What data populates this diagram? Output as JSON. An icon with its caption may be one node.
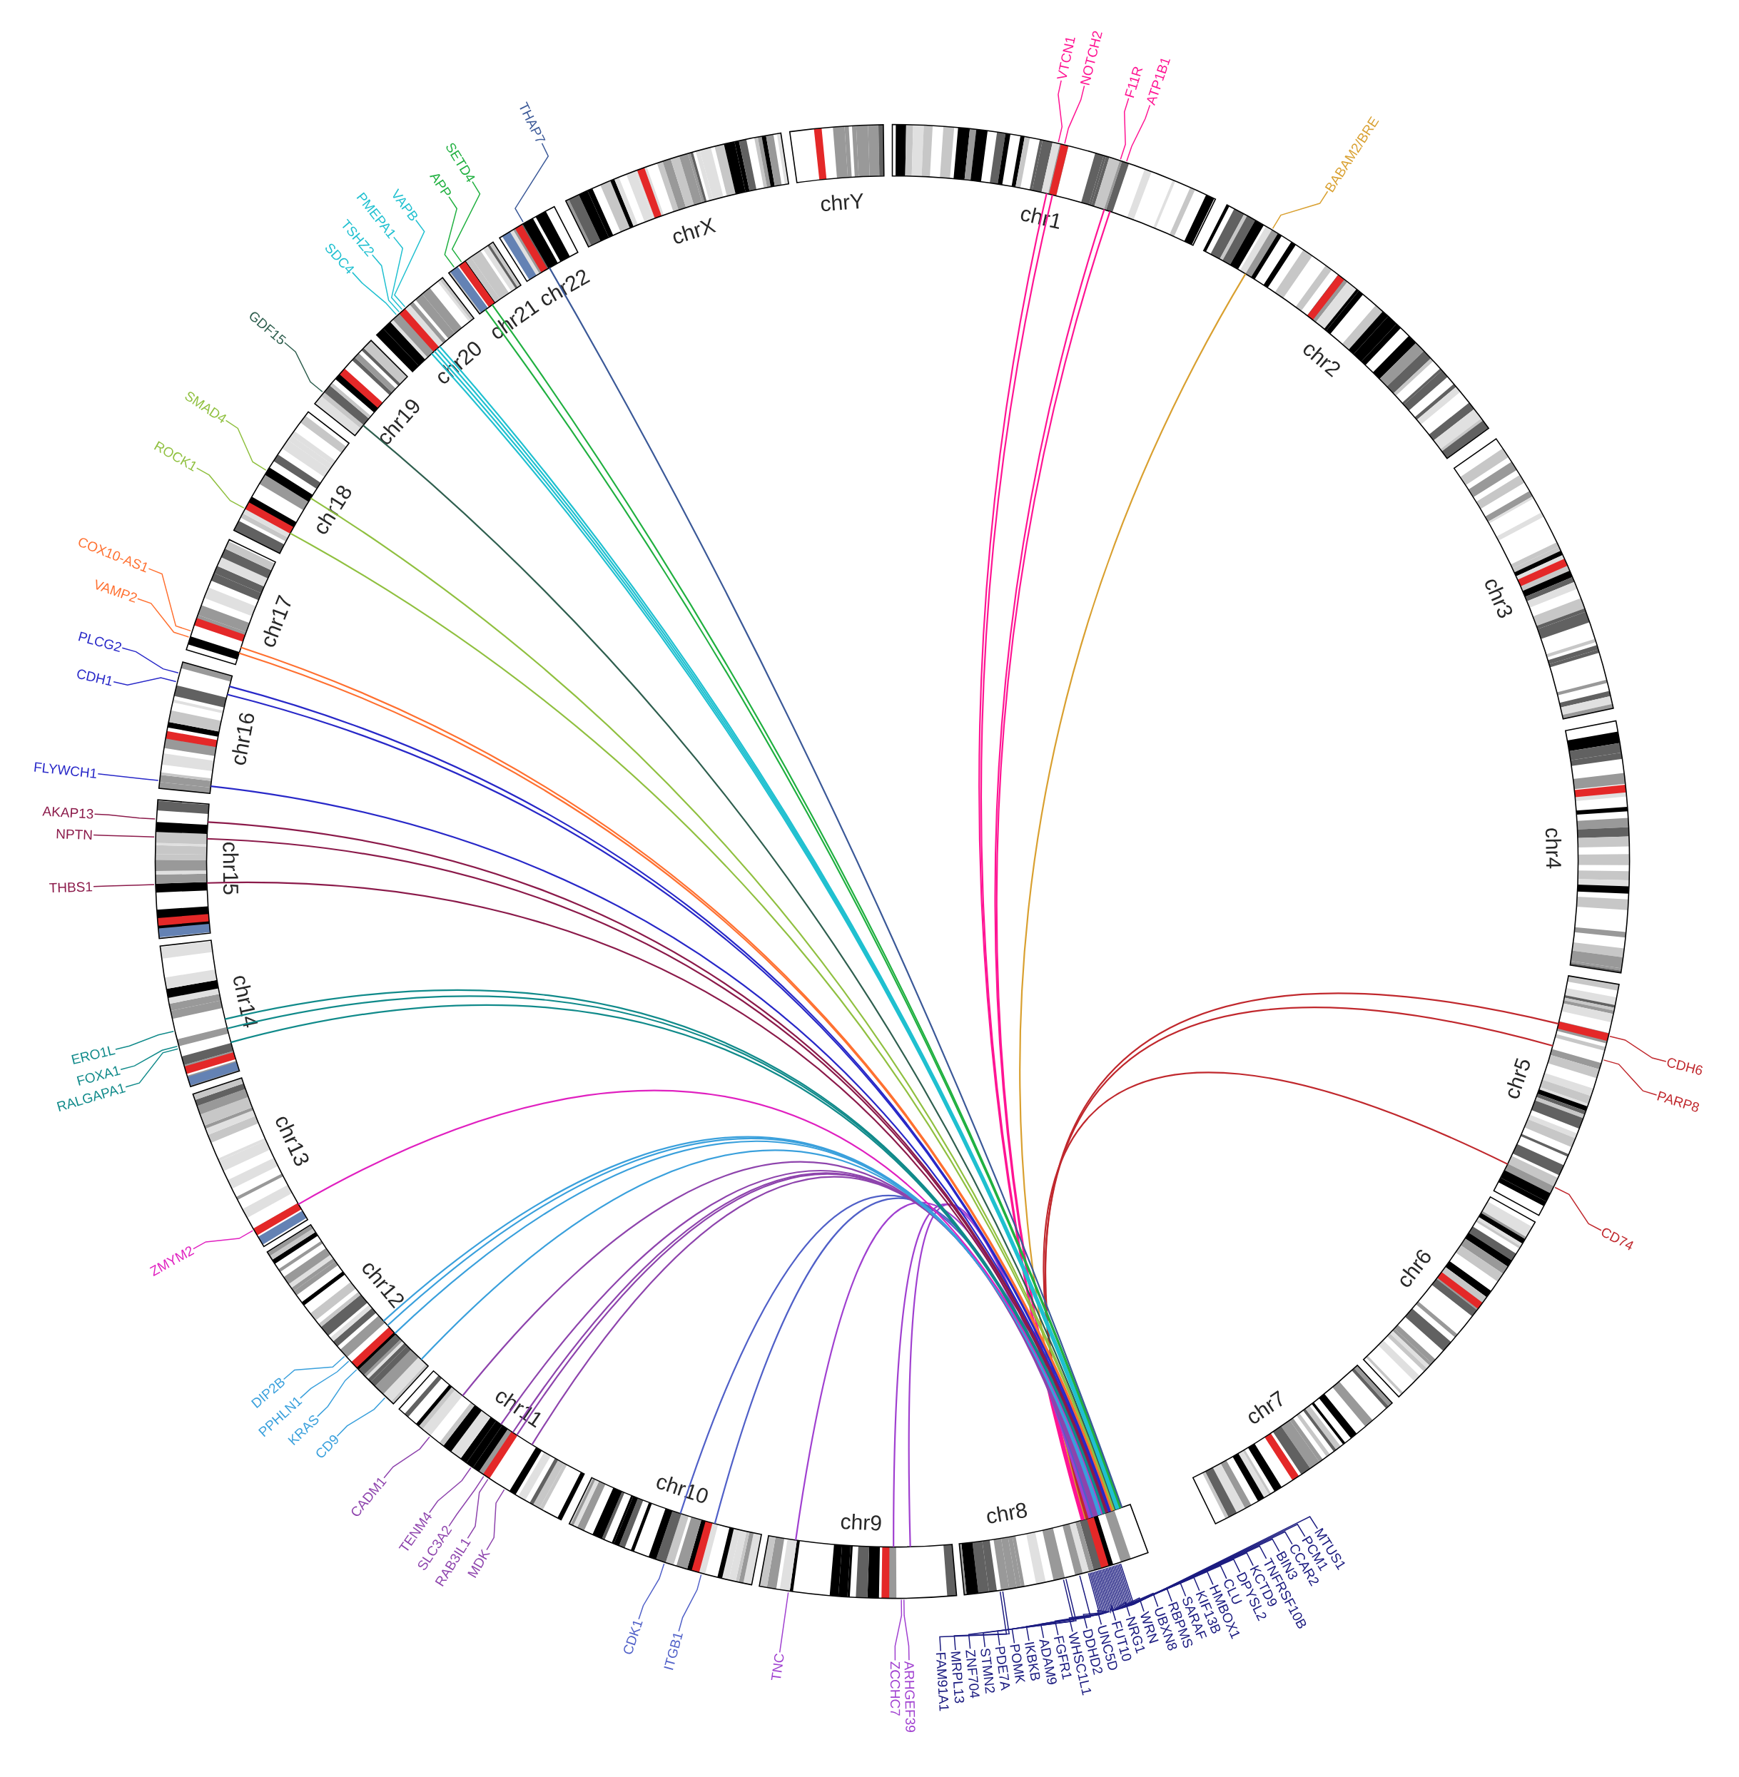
{
  "diagram": {
    "nodes": [
      {
        "text": [
          "chr1"
        ]
      },
      {
        "text": [
          "chr2"
        ]
      },
      {
        "text": [
          "chr3"
        ]
      },
      {
        "text": [
          "chr4"
        ]
      },
      {
        "text": [
          "chr5"
        ]
      },
      {
        "text": [
          "chr6"
        ]
      },
      {
        "text": [
          "chr7"
        ]
      },
      {
        "text": [
          "chr8"
        ]
      },
      {
        "text": [
          "chr9"
        ]
      },
      {
        "text": [
          "chr10"
        ]
      },
      {
        "text": [
          "chr11"
        ]
      },
      {
        "text": [
          "chr12"
        ]
      },
      {
        "text": [
          "chr13"
        ]
      },
      {
        "text": [
          "chr14"
        ]
      },
      {
        "text": [
          "chr15"
        ]
      },
      {
        "text": [
          "chr16"
        ]
      },
      {
        "text": [
          "chr17"
        ]
      },
      {
        "text": [
          "chr18"
        ]
      },
      {
        "text": [
          "chr19"
        ]
      },
      {
        "text": [
          "chr20"
        ]
      },
      {
        "text": [
          "chr21"
        ]
      },
      {
        "text": [
          "chr22"
        ]
      },
      {
        "text": [
          "chrX"
        ]
      },
      {
        "text": [
          "chrY"
        ]
      },
      {
        "text": [
          "VTCN1"
        ]
      },
      {
        "text": [
          "NOTCH2"
        ]
      },
      {
        "text": [
          "F11R"
        ]
      },
      {
        "text": [
          "ATP1B1"
        ]
      },
      {
        "text": [
          "BABAM2/BRE"
        ]
      },
      {
        "text": [
          "CDH6"
        ]
      },
      {
        "text": [
          "PARP8"
        ]
      },
      {
        "text": [
          "CD74"
        ]
      },
      {
        "text": [
          "MTUS1"
        ]
      },
      {
        "text": [
          "PCM1"
        ]
      },
      {
        "text": [
          "CCAR2"
        ]
      },
      {
        "text": [
          "BIN3"
        ]
      },
      {
        "text": [
          "TNFRSF10B"
        ]
      },
      {
        "text": [
          "KCTD9"
        ]
      },
      {
        "text": [
          "DPYSL2"
        ]
      },
      {
        "text": [
          "CLU"
        ]
      },
      {
        "text": [
          "HMBOX1"
        ]
      },
      {
        "text": [
          "KIF13B"
        ]
      },
      {
        "text": [
          "SARAF"
        ]
      },
      {
        "text": [
          "RBPMS"
        ]
      },
      {
        "text": [
          "UBXN8"
        ]
      },
      {
        "text": [
          "WRN"
        ]
      },
      {
        "text": [
          "NRG1"
        ]
      },
      {
        "text": [
          "FUT10"
        ]
      },
      {
        "text": [
          "UNC5D"
        ]
      },
      {
        "text": [
          "DDHD2"
        ]
      },
      {
        "text": [
          "WHSC1L1"
        ]
      },
      {
        "text": [
          "FGFR1"
        ]
      },
      {
        "text": [
          "ADAM9"
        ]
      },
      {
        "text": [
          "IKBKB"
        ]
      },
      {
        "text": [
          "POMK"
        ]
      },
      {
        "text": [
          "PDE7A"
        ]
      },
      {
        "text": [
          "STMN2"
        ]
      },
      {
        "text": [
          "ZNF704"
        ]
      },
      {
        "text": [
          "MRPL13"
        ]
      },
      {
        "text": [
          "FAM91A1"
        ]
      },
      {
        "text": [
          "ARHGEF39"
        ]
      },
      {
        "text": [
          "ZCCHC7"
        ]
      },
      {
        "text": [
          "TNC"
        ]
      },
      {
        "text": [
          "ITGB1"
        ]
      },
      {
        "text": [
          "CDK1"
        ]
      },
      {
        "text": [
          "MDK"
        ]
      },
      {
        "text": [
          "RAB3IL1"
        ]
      },
      {
        "text": [
          "SLC3A2"
        ]
      },
      {
        "text": [
          "TENM4"
        ]
      },
      {
        "text": [
          "CADM1"
        ]
      },
      {
        "text": [
          "CD9"
        ]
      },
      {
        "text": [
          "KRAS"
        ]
      },
      {
        "text": [
          "PPHLN1"
        ]
      },
      {
        "text": [
          "DIP2B"
        ]
      },
      {
        "text": [
          "ZMYM2"
        ]
      },
      {
        "text": [
          "RALGAPA1"
        ]
      },
      {
        "text": [
          "FOXA1"
        ]
      },
      {
        "text": [
          "ERO1L"
        ]
      },
      {
        "text": [
          "THBS1"
        ]
      },
      {
        "text": [
          "NPTN"
        ]
      },
      {
        "text": [
          "AKAP13"
        ]
      },
      {
        "text": [
          "FLYWCH1"
        ]
      },
      {
        "text": [
          "CDH1"
        ]
      },
      {
        "text": [
          "PLCG2"
        ]
      },
      {
        "text": [
          "VAMP2"
        ]
      },
      {
        "text": [
          "COX10-AS1"
        ]
      },
      {
        "text": [
          "ROCK1"
        ]
      },
      {
        "text": [
          "SMAD4"
        ]
      },
      {
        "text": [
          "GDF15"
        ]
      },
      {
        "text": [
          "SDC4"
        ]
      },
      {
        "text": [
          "TSHZ2"
        ]
      },
      {
        "text": [
          "PMEPA1"
        ]
      },
      {
        "text": [
          "VAPB"
        ]
      },
      {
        "text": [
          "APP"
        ]
      },
      {
        "text": [
          "SETD4"
        ]
      },
      {
        "text": [
          "THAP7"
        ]
      }
    ],
    "edges": [
      {
        "from": 24,
        "to": 0,
        "arrow": "none",
        "color": "#ff1493"
      },
      {
        "from": 25,
        "to": 0,
        "arrow": "none",
        "color": "#ff1493"
      },
      {
        "from": 26,
        "to": 0,
        "arrow": "none",
        "color": "#ff1493"
      },
      {
        "from": 27,
        "to": 0,
        "arrow": "none",
        "color": "#ff1493"
      },
      {
        "from": 28,
        "to": 1,
        "arrow": "none",
        "color": "#d9a030"
      },
      {
        "from": 29,
        "to": 4,
        "arrow": "none",
        "color": "#c0282d"
      },
      {
        "from": 30,
        "to": 4,
        "arrow": "none",
        "color": "#c0282d"
      },
      {
        "from": 31,
        "to": 4,
        "arrow": "none",
        "color": "#c0282d"
      },
      {
        "from": 32,
        "to": 7,
        "arrow": "none",
        "color": "#1c1c80"
      },
      {
        "from": 33,
        "to": 7,
        "arrow": "none",
        "color": "#1c1c80"
      },
      {
        "from": 34,
        "to": 7,
        "arrow": "none",
        "color": "#1c1c80"
      },
      {
        "from": 35,
        "to": 7,
        "arrow": "none",
        "color": "#1c1c80"
      },
      {
        "from": 36,
        "to": 7,
        "arrow": "none",
        "color": "#1c1c80"
      },
      {
        "from": 37,
        "to": 7,
        "arrow": "none",
        "color": "#1c1c80"
      },
      {
        "from": 38,
        "to": 7,
        "arrow": "none",
        "color": "#1c1c80"
      },
      {
        "from": 39,
        "to": 7,
        "arrow": "none",
        "color": "#1c1c80"
      },
      {
        "from": 40,
        "to": 7,
        "arrow": "none",
        "color": "#1c1c80"
      },
      {
        "from": 41,
        "to": 7,
        "arrow": "none",
        "color": "#1c1c80"
      },
      {
        "from": 42,
        "to": 7,
        "arrow": "none",
        "color": "#1c1c80"
      },
      {
        "from": 43,
        "to": 7,
        "arrow": "none",
        "color": "#1c1c80"
      },
      {
        "from": 44,
        "to": 7,
        "arrow": "none",
        "color": "#1c1c80"
      },
      {
        "from": 45,
        "to": 7,
        "arrow": "none",
        "color": "#1c1c80"
      },
      {
        "from": 46,
        "to": 7,
        "arrow": "none",
        "color": "#1c1c80"
      },
      {
        "from": 47,
        "to": 7,
        "arrow": "none",
        "color": "#1c1c80"
      },
      {
        "from": 48,
        "to": 7,
        "arrow": "none",
        "color": "#1c1c80"
      },
      {
        "from": 49,
        "to": 7,
        "arrow": "none",
        "color": "#1c1c80"
      },
      {
        "from": 50,
        "to": 7,
        "arrow": "none",
        "color": "#1c1c80"
      },
      {
        "from": 51,
        "to": 7,
        "arrow": "none",
        "color": "#1c1c80"
      },
      {
        "from": 52,
        "to": 7,
        "arrow": "none",
        "color": "#1c1c80"
      },
      {
        "from": 53,
        "to": 7,
        "arrow": "none",
        "color": "#1c1c80"
      },
      {
        "from": 54,
        "to": 7,
        "arrow": "none",
        "color": "#1c1c80"
      },
      {
        "from": 55,
        "to": 7,
        "arrow": "none",
        "color": "#1c1c80"
      },
      {
        "from": 56,
        "to": 7,
        "arrow": "none",
        "color": "#1c1c80"
      },
      {
        "from": 57,
        "to": 7,
        "arrow": "none",
        "color": "#1c1c80"
      },
      {
        "from": 58,
        "to": 7,
        "arrow": "none",
        "color": "#1c1c80"
      },
      {
        "from": 59,
        "to": 7,
        "arrow": "none",
        "color": "#1c1c80"
      },
      {
        "from": 60,
        "to": 8,
        "arrow": "none",
        "color": "#a040d0"
      },
      {
        "from": 61,
        "to": 8,
        "arrow": "none",
        "color": "#a040d0"
      },
      {
        "from": 62,
        "to": 8,
        "arrow": "none",
        "color": "#a040d0"
      },
      {
        "from": 63,
        "to": 9,
        "arrow": "none",
        "color": "#5060c8"
      },
      {
        "from": 64,
        "to": 9,
        "arrow": "none",
        "color": "#5060c8"
      },
      {
        "from": 65,
        "to": 10,
        "arrow": "none",
        "color": "#8e44ad"
      },
      {
        "from": 66,
        "to": 10,
        "arrow": "none",
        "color": "#8e44ad"
      },
      {
        "from": 67,
        "to": 10,
        "arrow": "none",
        "color": "#8e44ad"
      },
      {
        "from": 68,
        "to": 10,
        "arrow": "none",
        "color": "#8e44ad"
      },
      {
        "from": 69,
        "to": 10,
        "arrow": "none",
        "color": "#8e44ad"
      },
      {
        "from": 70,
        "to": 11,
        "arrow": "none",
        "color": "#3aa0dc"
      },
      {
        "from": 71,
        "to": 11,
        "arrow": "none",
        "color": "#3aa0dc"
      },
      {
        "from": 72,
        "to": 11,
        "arrow": "none",
        "color": "#3aa0dc"
      },
      {
        "from": 73,
        "to": 11,
        "arrow": "none",
        "color": "#3aa0dc"
      },
      {
        "from": 74,
        "to": 12,
        "arrow": "none",
        "color": "#e020c0"
      },
      {
        "from": 75,
        "to": 13,
        "arrow": "none",
        "color": "#108a8a"
      },
      {
        "from": 76,
        "to": 13,
        "arrow": "none",
        "color": "#108a8a"
      },
      {
        "from": 77,
        "to": 13,
        "arrow": "none",
        "color": "#108a8a"
      },
      {
        "from": 78,
        "to": 14,
        "arrow": "none",
        "color": "#8b1a4a"
      },
      {
        "from": 79,
        "to": 14,
        "arrow": "none",
        "color": "#8b1a4a"
      },
      {
        "from": 80,
        "to": 14,
        "arrow": "none",
        "color": "#8b1a4a"
      },
      {
        "from": 81,
        "to": 15,
        "arrow": "none",
        "color": "#2828c8"
      },
      {
        "from": 82,
        "to": 15,
        "arrow": "none",
        "color": "#2828c8"
      },
      {
        "from": 83,
        "to": 15,
        "arrow": "none",
        "color": "#2828c8"
      },
      {
        "from": 84,
        "to": 16,
        "arrow": "none",
        "color": "#ff7030"
      },
      {
        "from": 85,
        "to": 16,
        "arrow": "none",
        "color": "#ff7030"
      },
      {
        "from": 86,
        "to": 17,
        "arrow": "none",
        "color": "#90c040"
      },
      {
        "from": 87,
        "to": 17,
        "arrow": "none",
        "color": "#90c040"
      },
      {
        "from": 88,
        "to": 18,
        "arrow": "none",
        "color": "#2f5f4f"
      },
      {
        "from": 89,
        "to": 19,
        "arrow": "none",
        "color": "#20c0d0"
      },
      {
        "from": 90,
        "to": 19,
        "arrow": "none",
        "color": "#20c0d0"
      },
      {
        "from": 91,
        "to": 19,
        "arrow": "none",
        "color": "#20c0d0"
      },
      {
        "from": 92,
        "to": 19,
        "arrow": "none",
        "color": "#20c0d0"
      },
      {
        "from": 93,
        "to": 20,
        "arrow": "none",
        "color": "#20b040"
      },
      {
        "from": 94,
        "to": 20,
        "arrow": "none",
        "color": "#20b040"
      },
      {
        "from": 95,
        "to": 21,
        "arrow": "none",
        "color": "#3b5998"
      },
      {
        "from": 7,
        "to": 0,
        "arrow": "none",
        "color": "#ff1493"
      },
      {
        "from": 7,
        "to": 0,
        "arrow": "none",
        "color": "#ff1493"
      },
      {
        "from": 7,
        "to": 0,
        "arrow": "none",
        "color": "#ff1493"
      },
      {
        "from": 7,
        "to": 0,
        "arrow": "none",
        "color": "#ff1493"
      },
      {
        "from": 7,
        "to": 1,
        "arrow": "none",
        "color": "#d9a030"
      },
      {
        "from": 7,
        "to": 4,
        "arrow": "none",
        "color": "#c0282d"
      },
      {
        "from": 7,
        "to": 4,
        "arrow": "none",
        "color": "#c0282d"
      },
      {
        "from": 7,
        "to": 4,
        "arrow": "none",
        "color": "#c0282d"
      },
      {
        "from": 7,
        "to": 8,
        "arrow": "none",
        "color": "#a040d0"
      },
      {
        "from": 7,
        "to": 8,
        "arrow": "none",
        "color": "#a040d0"
      },
      {
        "from": 7,
        "to": 8,
        "arrow": "none",
        "color": "#a040d0"
      },
      {
        "from": 7,
        "to": 9,
        "arrow": "none",
        "color": "#5060c8"
      },
      {
        "from": 7,
        "to": 9,
        "arrow": "none",
        "color": "#5060c8"
      },
      {
        "from": 7,
        "to": 10,
        "arrow": "none",
        "color": "#8e44ad"
      },
      {
        "from": 7,
        "to": 10,
        "arrow": "none",
        "color": "#8e44ad"
      },
      {
        "from": 7,
        "to": 10,
        "arrow": "none",
        "color": "#8e44ad"
      },
      {
        "from": 7,
        "to": 10,
        "arrow": "none",
        "color": "#8e44ad"
      },
      {
        "from": 7,
        "to": 10,
        "arrow": "none",
        "color": "#8e44ad"
      },
      {
        "from": 7,
        "to": 11,
        "arrow": "none",
        "color": "#3aa0dc"
      },
      {
        "from": 7,
        "to": 11,
        "arrow": "none",
        "color": "#3aa0dc"
      },
      {
        "from": 7,
        "to": 11,
        "arrow": "none",
        "color": "#3aa0dc"
      },
      {
        "from": 7,
        "to": 11,
        "arrow": "none",
        "color": "#3aa0dc"
      },
      {
        "from": 7,
        "to": 12,
        "arrow": "none",
        "color": "#e020c0"
      },
      {
        "from": 7,
        "to": 13,
        "arrow": "none",
        "color": "#108a8a"
      },
      {
        "from": 7,
        "to": 13,
        "arrow": "none",
        "color": "#108a8a"
      },
      {
        "from": 7,
        "to": 13,
        "arrow": "none",
        "color": "#108a8a"
      },
      {
        "from": 7,
        "to": 14,
        "arrow": "none",
        "color": "#8b1a4a"
      },
      {
        "from": 7,
        "to": 14,
        "arrow": "none",
        "color": "#8b1a4a"
      },
      {
        "from": 7,
        "to": 14,
        "arrow": "none",
        "color": "#8b1a4a"
      },
      {
        "from": 7,
        "to": 15,
        "arrow": "none",
        "color": "#2828c8"
      },
      {
        "from": 7,
        "to": 15,
        "arrow": "none",
        "color": "#2828c8"
      },
      {
        "from": 7,
        "to": 15,
        "arrow": "none",
        "color": "#2828c8"
      },
      {
        "from": 7,
        "to": 16,
        "arrow": "none",
        "color": "#ff7030"
      },
      {
        "from": 7,
        "to": 16,
        "arrow": "none",
        "color": "#ff7030"
      },
      {
        "from": 7,
        "to": 17,
        "arrow": "none",
        "color": "#90c040"
      },
      {
        "from": 7,
        "to": 17,
        "arrow": "none",
        "color": "#90c040"
      },
      {
        "from": 7,
        "to": 18,
        "arrow": "none",
        "color": "#2f5f4f"
      },
      {
        "from": 7,
        "to": 19,
        "arrow": "none",
        "color": "#20c0d0"
      },
      {
        "from": 7,
        "to": 19,
        "arrow": "none",
        "color": "#20c0d0"
      },
      {
        "from": 7,
        "to": 19,
        "arrow": "none",
        "color": "#20c0d0"
      },
      {
        "from": 7,
        "to": 19,
        "arrow": "none",
        "color": "#20c0d0"
      },
      {
        "from": 7,
        "to": 20,
        "arrow": "none",
        "color": "#20b040"
      },
      {
        "from": 7,
        "to": 20,
        "arrow": "none",
        "color": "#20b040"
      },
      {
        "from": 7,
        "to": 21,
        "arrow": "none",
        "color": "#3b5998"
      }
    ]
  }
}
